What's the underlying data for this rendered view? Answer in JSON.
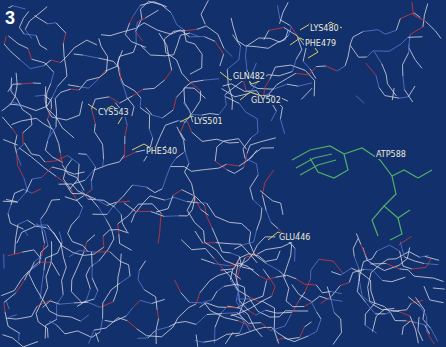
{
  "diagram": {
    "labels": [
      "3",
      "LYS480",
      "PHE479",
      "GLN482",
      "GLY502",
      "LYS501",
      "CYS543",
      "PHE540",
      "ATP588",
      "GLU446"
    ]
  }
}
